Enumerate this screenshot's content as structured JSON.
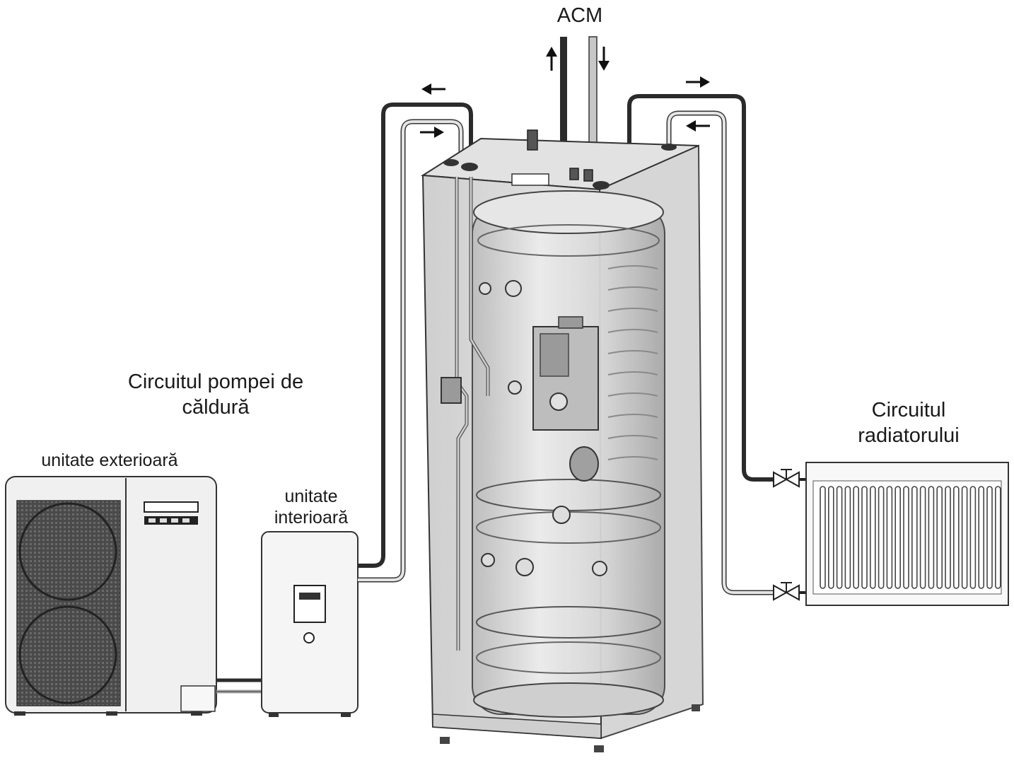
{
  "labels": {
    "acm": "ACM",
    "heat_pump_circuit_line1": "Circuitul pompei de",
    "heat_pump_circuit_line2": "căldură",
    "radiator_circuit_line1": "Circuitul",
    "radiator_circuit_line2": "radiatorului",
    "outdoor_unit": "unitate exterioară",
    "indoor_unit_line1": "unitate",
    "indoor_unit_line2": "interioară"
  },
  "colors": {
    "dark_pipe": "#2b2b2b",
    "light_pipe": "#a8a8a8",
    "unit_fill": "#f2f2f2",
    "outline": "#333333",
    "tank_fill": "#d9d9d9",
    "arrow": "#111111"
  },
  "icons": {
    "flow_arrow": "arrow-icon",
    "valve": "valve-icon",
    "fan": "fan-icon"
  }
}
